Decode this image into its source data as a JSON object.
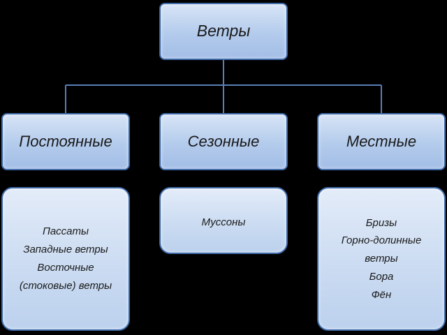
{
  "diagram": {
    "root": {
      "label": "Ветры"
    },
    "categories": [
      {
        "label": "Постоянные",
        "items": [
          "Пассаты",
          "Западные ветры",
          "Восточные",
          "(стоковые) ветры"
        ]
      },
      {
        "label": "Сезонные",
        "items": [
          "Муссоны"
        ]
      },
      {
        "label": "Местные",
        "items": [
          "Бризы",
          "Горно-долинные",
          "ветры",
          "Бора",
          "Фён"
        ]
      }
    ],
    "colors": {
      "background": "#000000",
      "box_fill": "#b3cbec",
      "box_border": "#3f6aa8",
      "connector": "#5a7fb8",
      "text": "#1a1a1a"
    }
  }
}
